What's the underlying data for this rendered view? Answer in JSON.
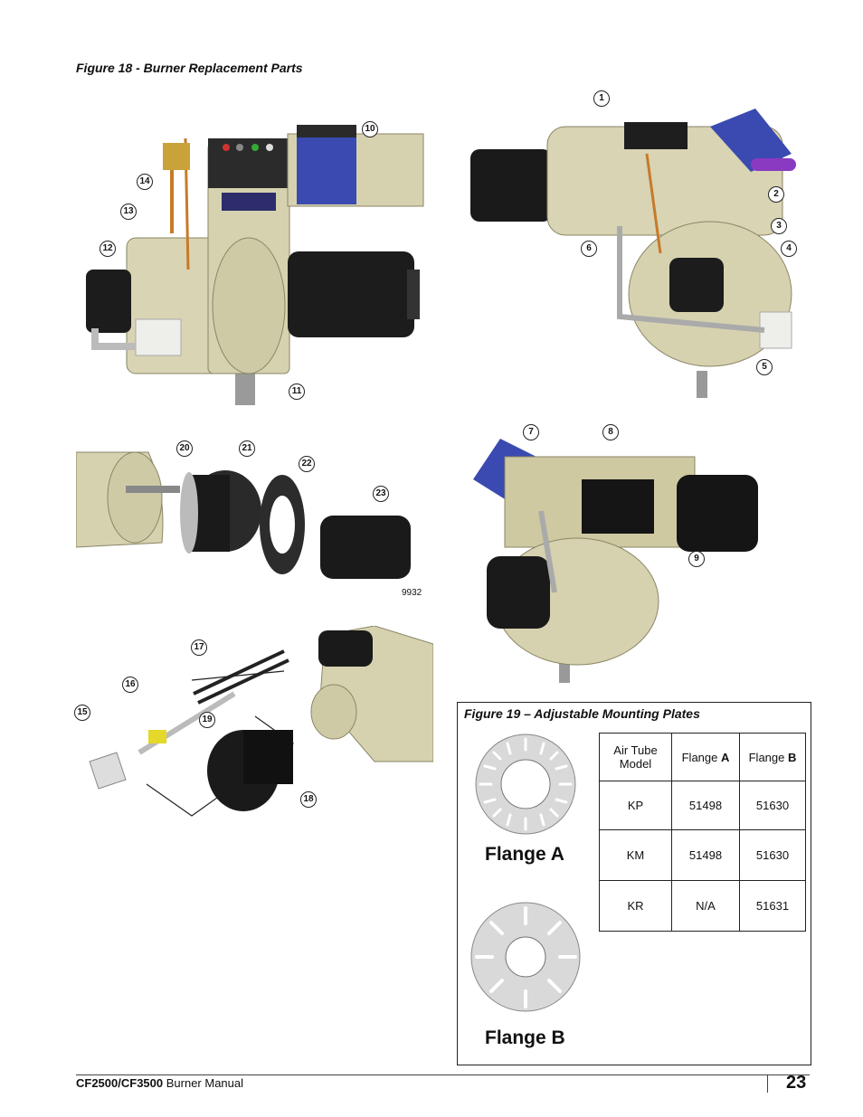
{
  "figure18": {
    "caption": "Figure 18 - Burner Replacement Parts",
    "callouts": [
      "1",
      "2",
      "3",
      "4",
      "5",
      "6",
      "7",
      "8",
      "9",
      "10",
      "11",
      "12",
      "13",
      "14",
      "15",
      "16",
      "17",
      "18",
      "19",
      "20",
      "21",
      "22",
      "23"
    ],
    "image_code": "9932"
  },
  "figure19": {
    "caption": "Figure 19 – Adjustable Mounting Plates",
    "flange_a_label": "Flange  A",
    "flange_b_label": "Flange  B",
    "table": {
      "headers": [
        {
          "line1": "Air Tube",
          "line2": "Model"
        },
        {
          "text": "Flange ",
          "bold": "A"
        },
        {
          "text": "Flange ",
          "bold": "B"
        }
      ],
      "rows": [
        [
          "KP",
          "51498",
          "51630"
        ],
        [
          "KM",
          "51498",
          "51630"
        ],
        [
          "KR",
          "N/A",
          "51631"
        ]
      ]
    }
  },
  "footer": {
    "model": "CF2500/CF3500",
    "title": " Burner Manual",
    "page_number": "23"
  }
}
